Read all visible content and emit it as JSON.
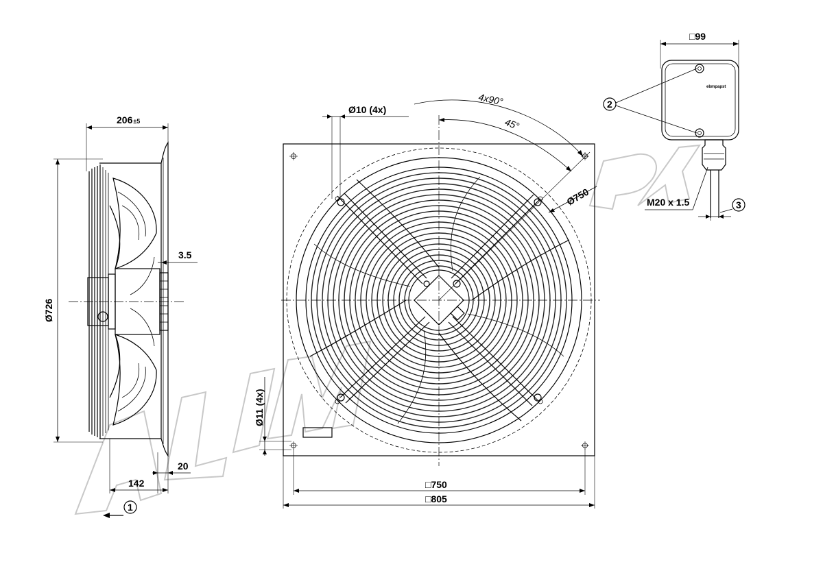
{
  "side_view": {
    "depth_label": "206",
    "depth_tolerance": "±5",
    "diameter_label": "Ø726",
    "offset_label": "3.5",
    "flange_label": "20",
    "mount_depth_label": "142",
    "view_callout": "1"
  },
  "front_view": {
    "hole_label": "Ø10 (4x)",
    "angle_total_label": "4x90°",
    "angle_label": "45°",
    "bolt_circle_label": "Ø750",
    "corner_hole_label": "Ø11 (4x)",
    "inner_square_label": "□750",
    "outer_square_label": "□805"
  },
  "terminal_box": {
    "width_label": "□99",
    "brand_text": "ebmpapst",
    "gland_label": "M20 x 1.5",
    "callout_screws": "2",
    "callout_cable": "3"
  }
}
